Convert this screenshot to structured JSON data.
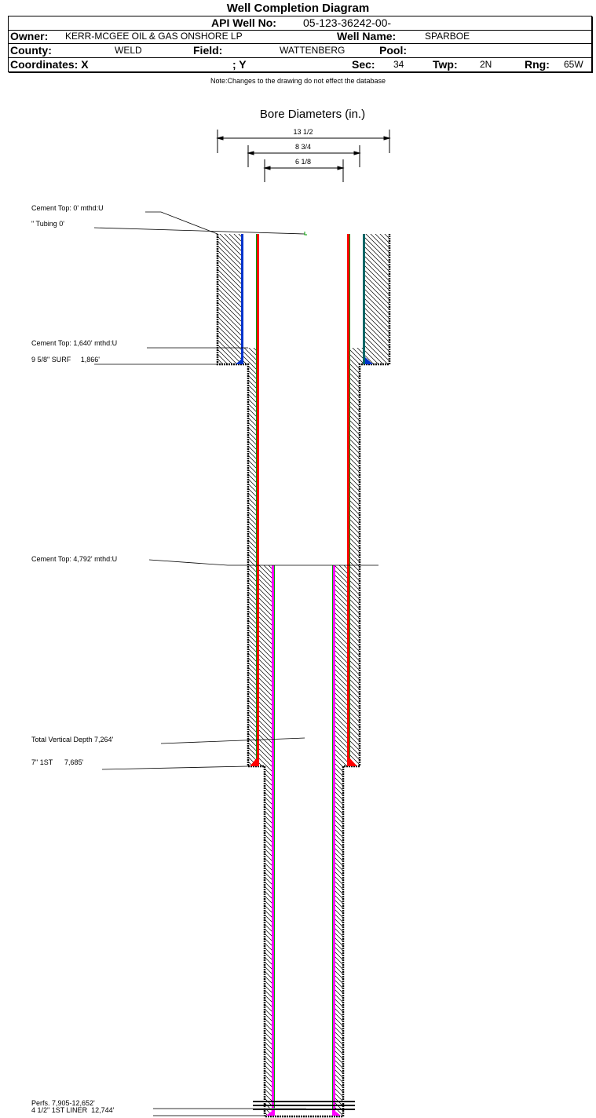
{
  "title": "Well Completion Diagram",
  "header": {
    "api_label": "API Well No:",
    "api_value": "05-123-36242-00-",
    "owner_label": "Owner:",
    "owner_value": "KERR-MCGEE OIL & GAS ONSHORE LP",
    "well_name_label": "Well Name:",
    "well_name_value": "SPARBOE",
    "county_label": "County:",
    "county_value": "WELD",
    "field_label": "Field:",
    "field_value": "WATTENBERG",
    "pool_label": "Pool:",
    "coords_label": "Coordinates: X",
    "y_label": "; Y",
    "sec_label": "Sec:",
    "sec_value": "34",
    "twp_label": "Twp:",
    "twp_value": "2N",
    "rng_label": "Rng:",
    "rng_value": "65W"
  },
  "note": "Note:Changes to the drawing do not effect the database",
  "diagram": {
    "bore_title": "Bore Diameters (in.)",
    "diameters": [
      "13 1/2",
      "8 3/4",
      "6 1/8"
    ],
    "labels": {
      "cement_top_0": "Cement Top: 0' mthd:U",
      "tubing": "\" Tubing 0'",
      "cement_top_1640": "Cement Top: 1,640' mthd:U",
      "surf": "9 5/8\" SURF     1,866'",
      "cement_top_4792": "Cement Top: 4,792' mthd:U",
      "tvd": "Total Vertical Depth 7,264'",
      "first": "7\" 1ST      7,685'",
      "perfs": "Perfs. 7,905-12,652'",
      "liner": "4 1/2\" 1ST LINER  12,744'"
    },
    "colors": {
      "surface_casing": "#0033cc",
      "production_casing": "#ff0000",
      "liner": "#ff00ff",
      "casing_edge": "#008000"
    }
  }
}
